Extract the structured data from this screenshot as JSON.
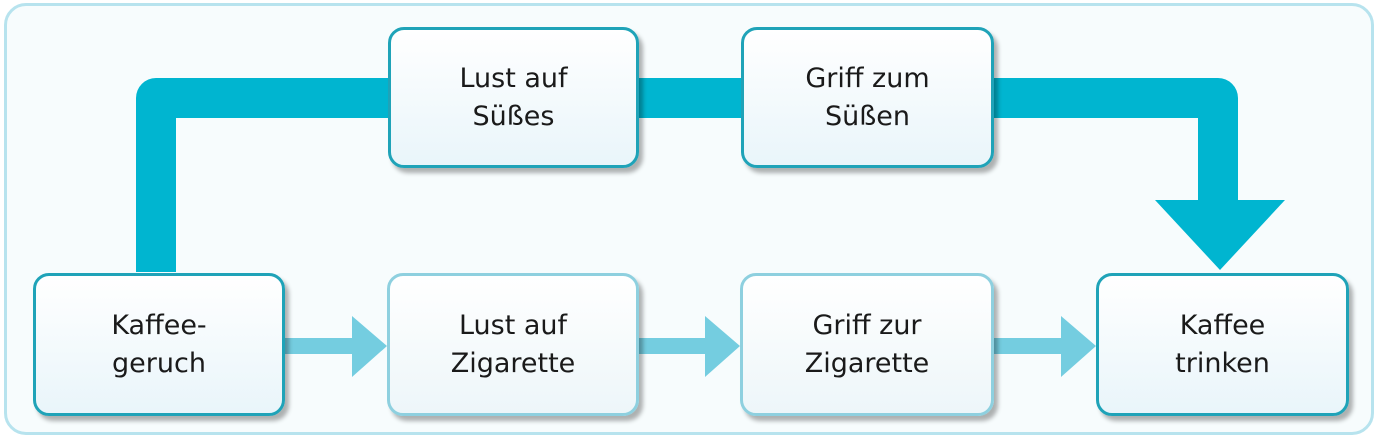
{
  "colors": {
    "main_path": "#00b5d0",
    "habit_path": "#74cde0",
    "frame_border": "#b7e3ee",
    "node_border_strong": "#1fa3b8",
    "node_border_soft": "#8ed0df"
  },
  "nodes": {
    "kaffeegeruch": {
      "label": "Kaffee-\ngeruch"
    },
    "lust_zigarette": {
      "label": "Lust auf\nZigarette"
    },
    "griff_zigarette": {
      "label": "Griff zur\nZigarette"
    },
    "kaffee_trinken": {
      "label": "Kaffee\ntrinken"
    },
    "lust_suesses": {
      "label": "Lust auf\nSüßes"
    },
    "griff_suessen": {
      "label": "Griff zum\nSüßen"
    }
  }
}
